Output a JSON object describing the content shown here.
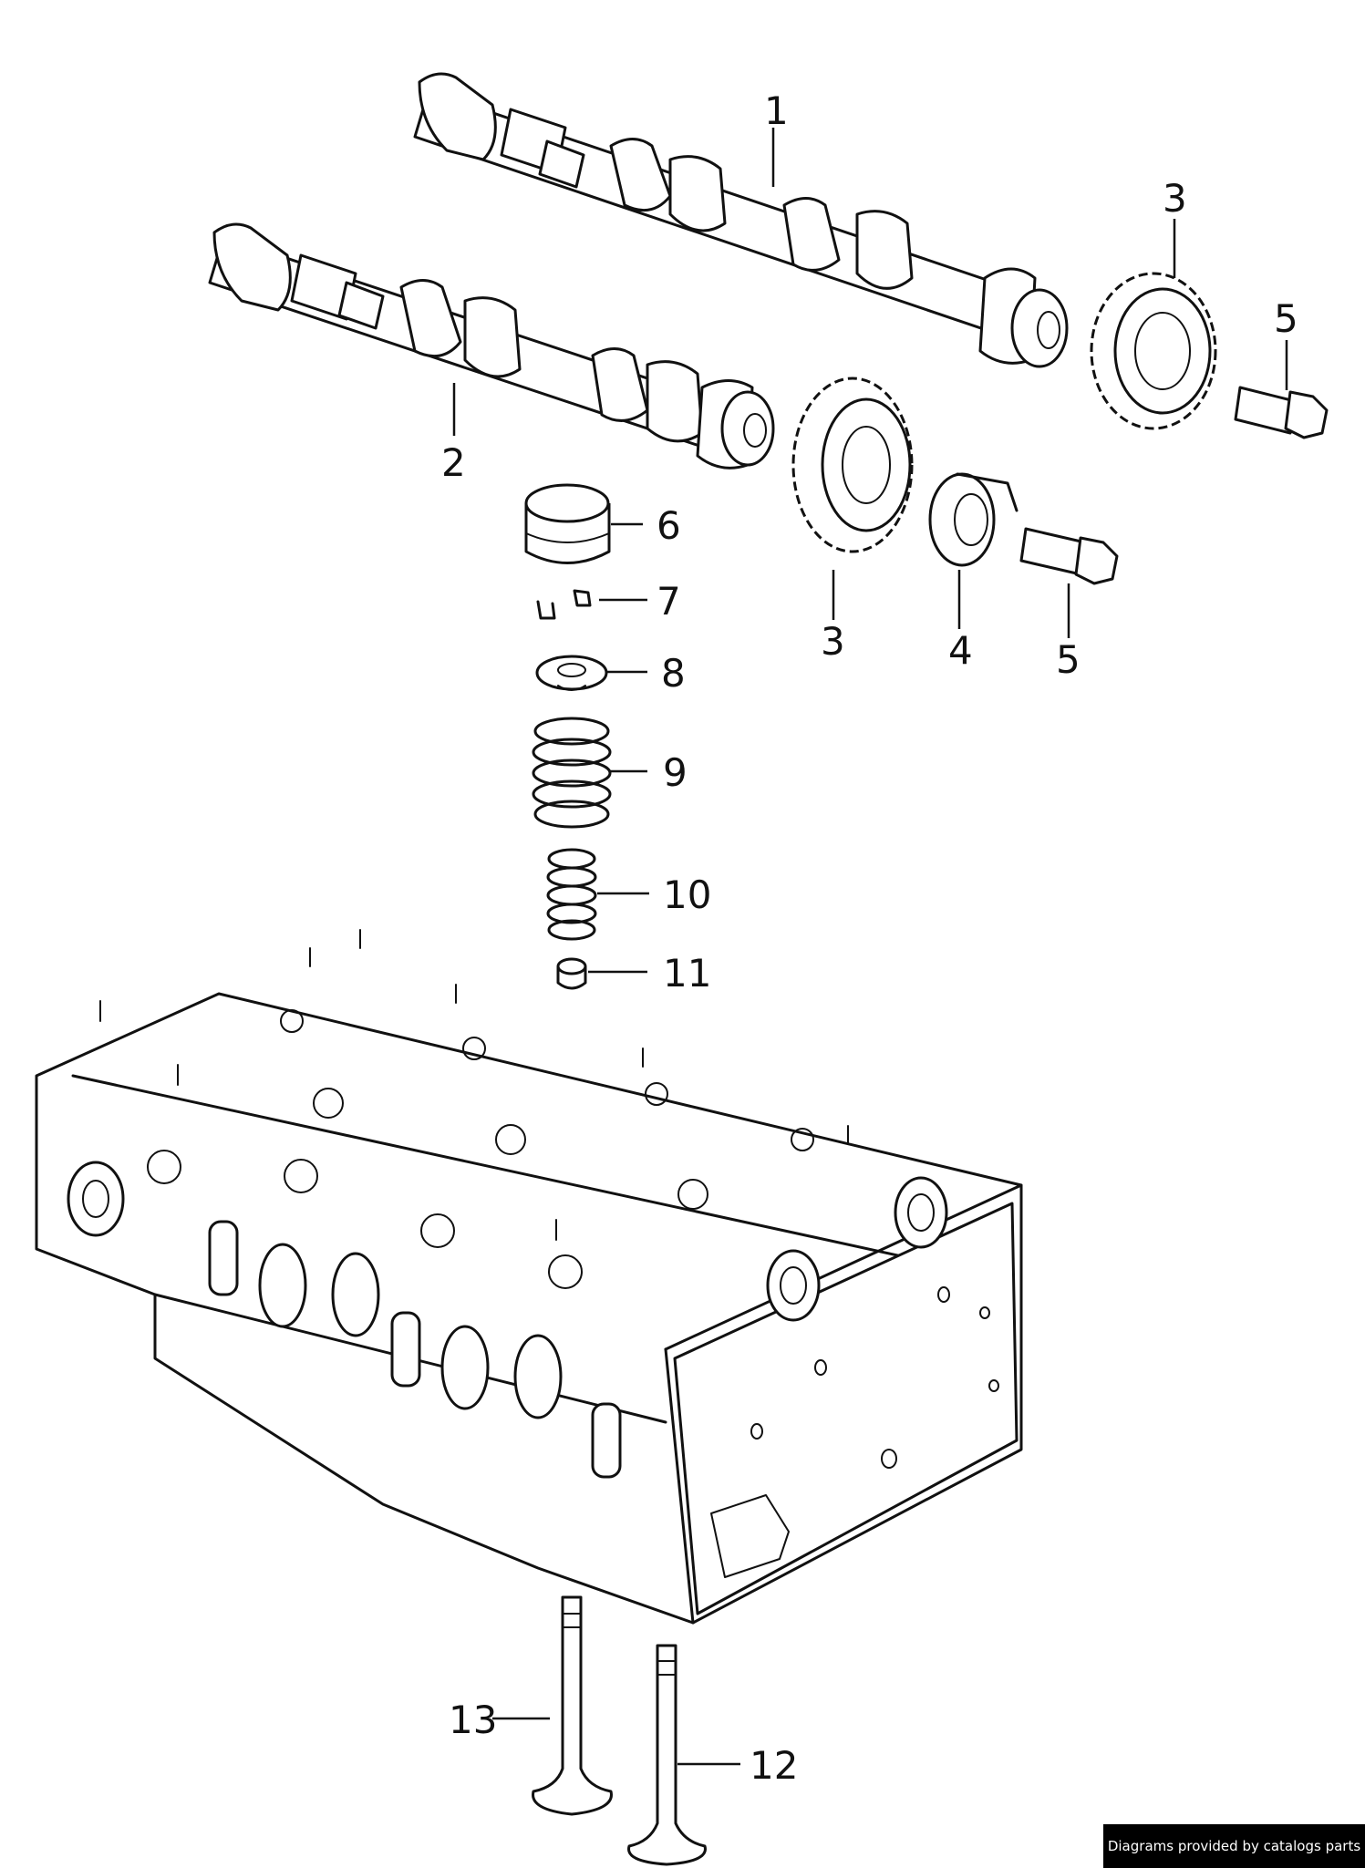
{
  "callouts": [
    {
      "id": "1",
      "text": "1"
    },
    {
      "id": "2",
      "text": "2"
    },
    {
      "id": "3a",
      "text": "3"
    },
    {
      "id": "3b",
      "text": "3"
    },
    {
      "id": "4",
      "text": "4"
    },
    {
      "id": "5a",
      "text": "5"
    },
    {
      "id": "5b",
      "text": "5"
    },
    {
      "id": "6",
      "text": "6"
    },
    {
      "id": "7",
      "text": "7"
    },
    {
      "id": "8",
      "text": "8"
    },
    {
      "id": "9",
      "text": "9"
    },
    {
      "id": "10",
      "text": "10"
    },
    {
      "id": "11",
      "text": "11"
    },
    {
      "id": "12",
      "text": "12"
    },
    {
      "id": "13",
      "text": "13"
    }
  ],
  "footer": {
    "credit": "Diagrams provided by catalogs parts"
  }
}
